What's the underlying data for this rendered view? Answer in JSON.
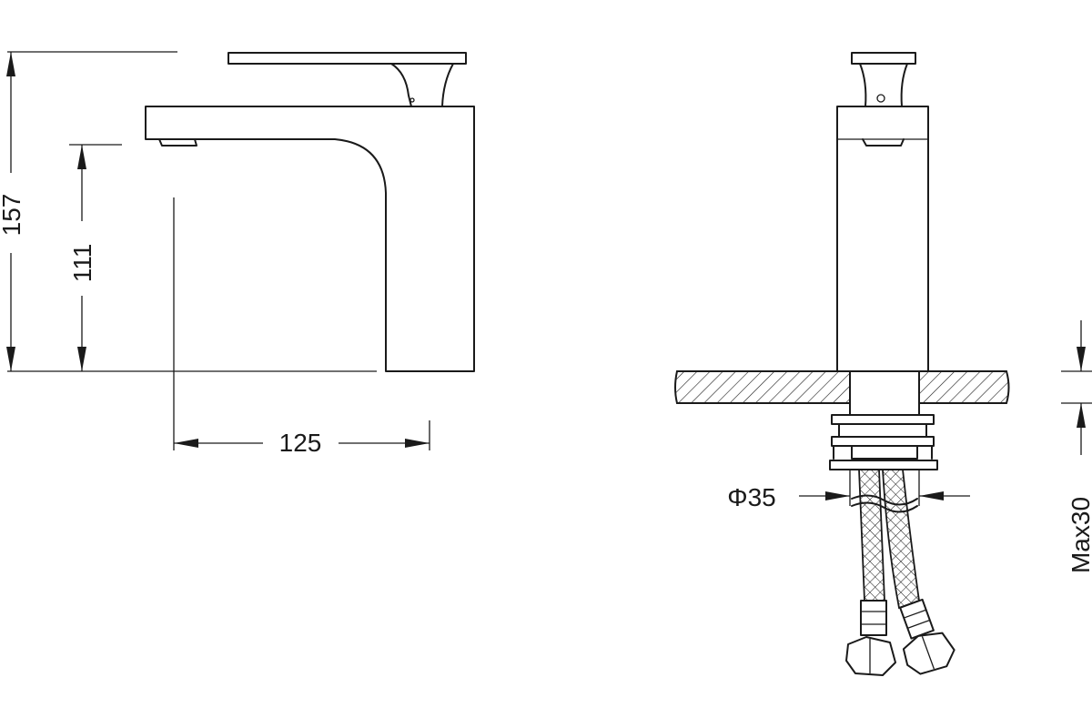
{
  "dimensions": {
    "overall_height": "157",
    "spout_height": "111",
    "spout_reach": "125",
    "shank_diameter": "Φ35",
    "max_deck_thickness": "Max30"
  }
}
